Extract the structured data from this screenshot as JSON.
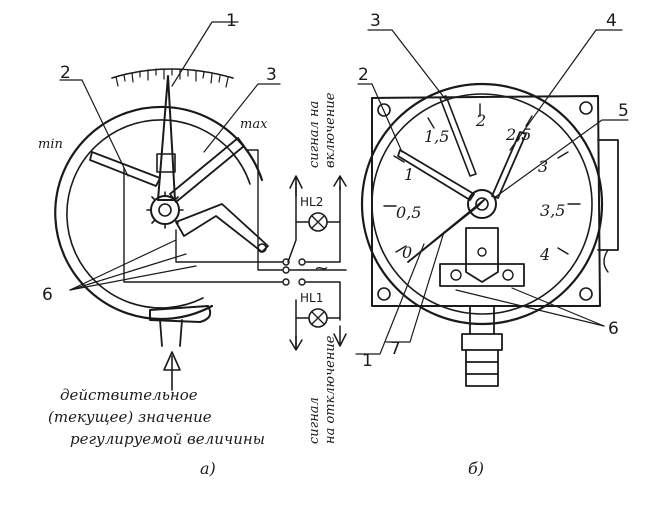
{
  "left": {
    "callouts": {
      "c1": "1",
      "c2": "2",
      "c3": "3",
      "c6": "6"
    },
    "min_label": "min",
    "max_label": "max",
    "hl2": "HL2",
    "hl1": "HL1",
    "ac_symbol": "~",
    "signal_on": [
      "сигнал на",
      "включение"
    ],
    "signal_off": [
      "сигнал",
      "на отключение"
    ],
    "caption": [
      "действительное",
      "(текущее) значение",
      "регулируемой величины"
    ],
    "sub_label": "а)"
  },
  "right": {
    "callouts": {
      "c1": "1",
      "c2": "2",
      "c3": "3",
      "c4": "4",
      "c5": "5",
      "c6": "6",
      "c7": "7"
    },
    "scale": {
      "n0": "0",
      "n05": "0,5",
      "n1": "1",
      "n15": "1,5",
      "n2": "2",
      "n25": "2,5",
      "n3": "3",
      "n35": "3,5",
      "n4": "4"
    },
    "sub_label": "б)"
  }
}
